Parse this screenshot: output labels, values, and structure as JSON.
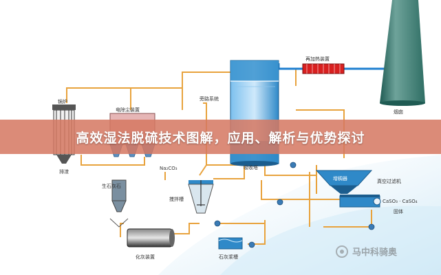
{
  "title": "高效湿法脱硫技术图解，应用、解析与优势探讨",
  "labels": {
    "reheater": "再加热装置",
    "chimney": "烟囱",
    "boiler": "锅炉",
    "precipitator": "电除尘装置",
    "slag": "排渣",
    "bypass": "旁路系统",
    "absorber": "吸收塔",
    "na2co3": "Na₂CO₃",
    "mixing_tank": "搅拌槽",
    "limestone": "生石灰石",
    "slaking": "化灰装置",
    "slurry_tank": "石灰浆槽",
    "thickener": "增稠器",
    "vacuum_filter": "真空过滤机",
    "products": "CaSO₃ · CaSO₄",
    "solids": "固体"
  },
  "watermark": "马中科骑奥",
  "colors": {
    "banner": "#d57862",
    "pipe_orange": "#e8a23c",
    "pipe_blue": "#1e7fd0",
    "tower_blue": "#2f89c8",
    "chimney_green": "#2f6e64",
    "reheater_red": "#d82020",
    "dust_pink": "#e6b6b6"
  },
  "icons": [
    "boiler-icon",
    "precipitator-icon",
    "absorber-icon",
    "chimney-icon",
    "reheater-icon",
    "pump-icon",
    "hopper-icon",
    "mixer-icon",
    "kiln-icon",
    "thickener-icon",
    "filter-icon",
    "watermark-logo-icon"
  ]
}
